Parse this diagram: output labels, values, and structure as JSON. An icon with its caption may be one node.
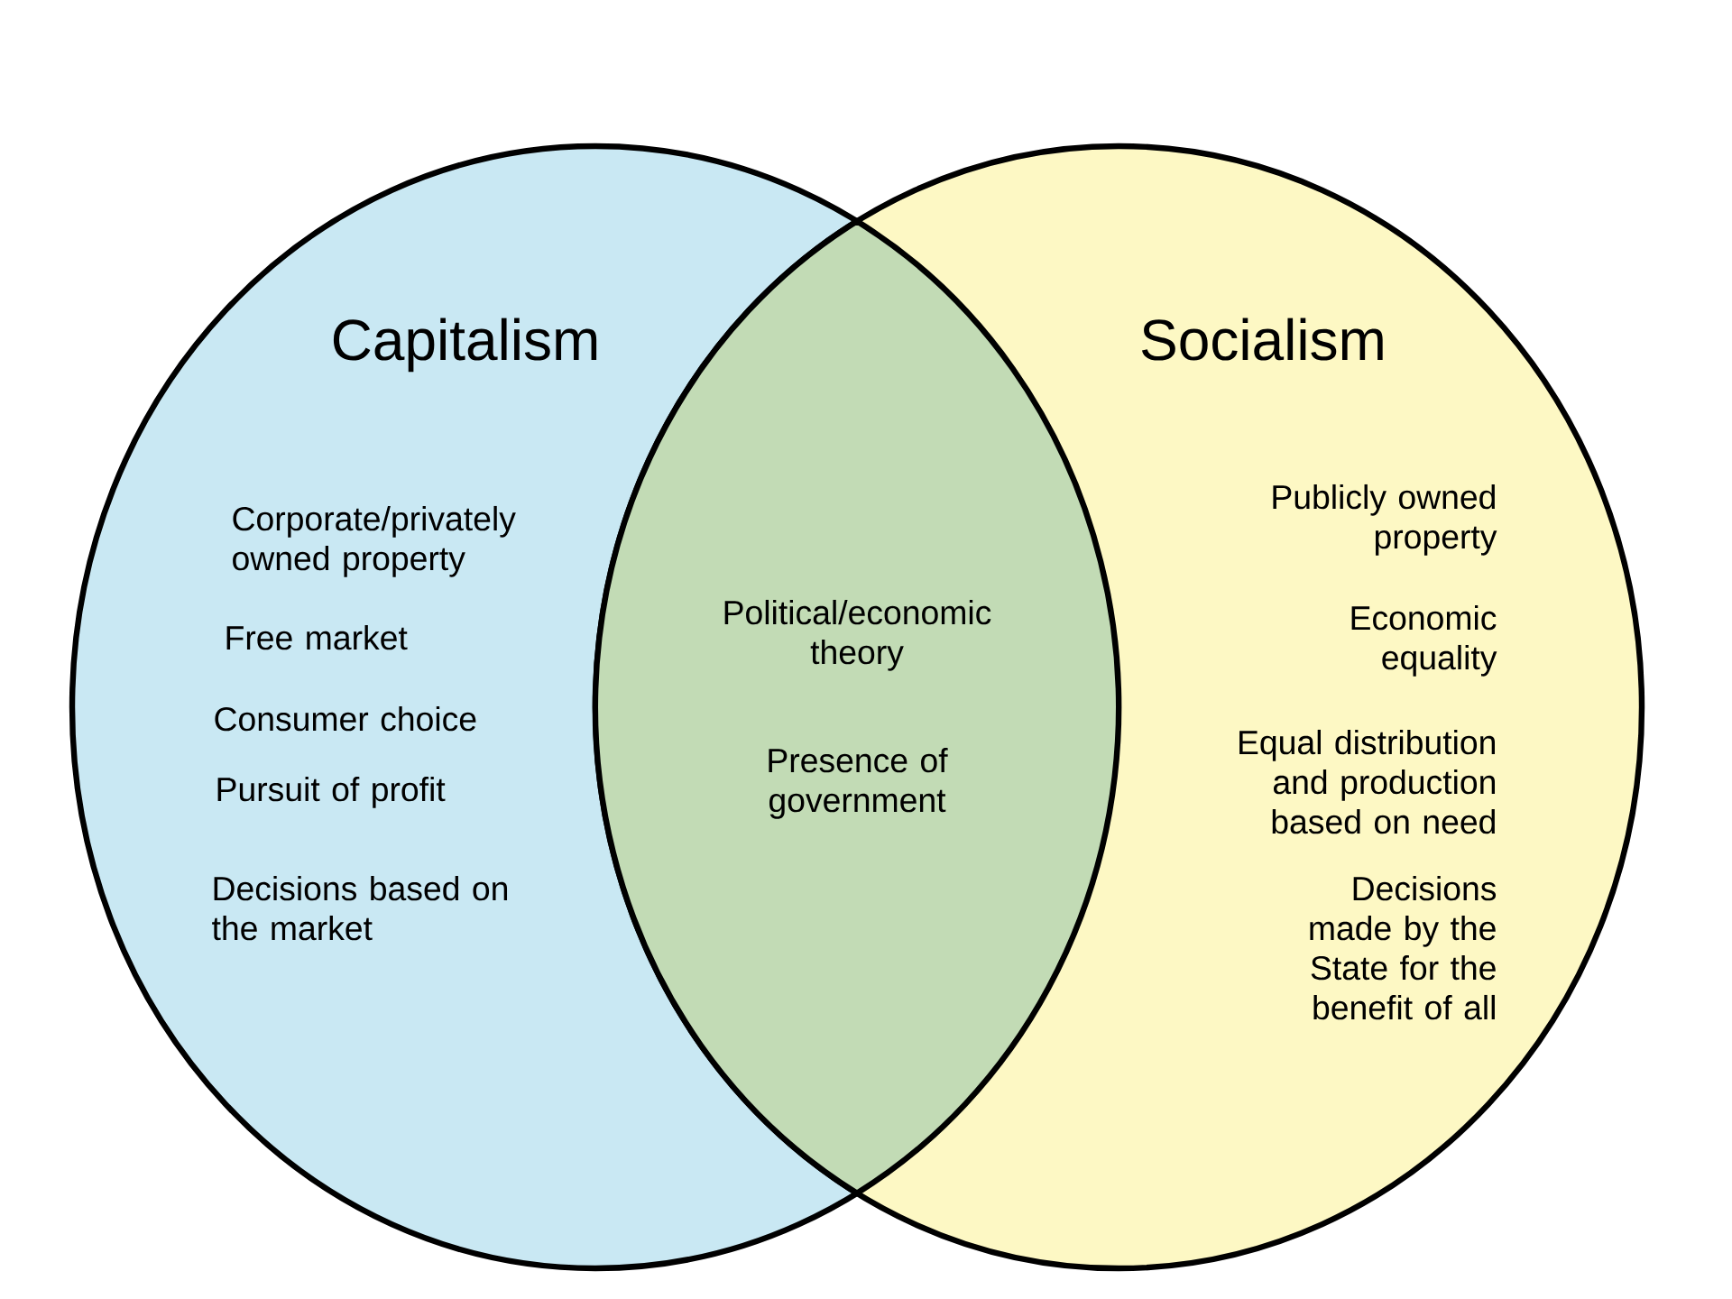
{
  "diagram": {
    "nodes": [
      {
        "text": [
          "Capitalism",
          "Corporate/privately owned property",
          "Free market",
          "Consumer choice",
          "Pursuit of profit",
          "Decisions based on the market"
        ]
      },
      {
        "text": [
          "Socialism",
          "Publicly owned property",
          "Economic equality",
          "Equal distribution and production based on need",
          "Decisions made by the State for the benefit of all"
        ]
      },
      {
        "text": [
          "Political/economic theory",
          "Presence of government"
        ]
      }
    ]
  }
}
